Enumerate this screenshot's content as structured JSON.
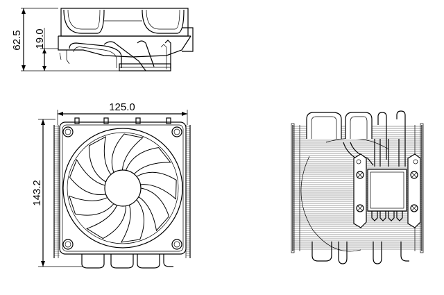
{
  "dimensions": {
    "total_height": "62.5",
    "lower_height": "19.0",
    "width": "125.0",
    "depth": "143.2"
  }
}
